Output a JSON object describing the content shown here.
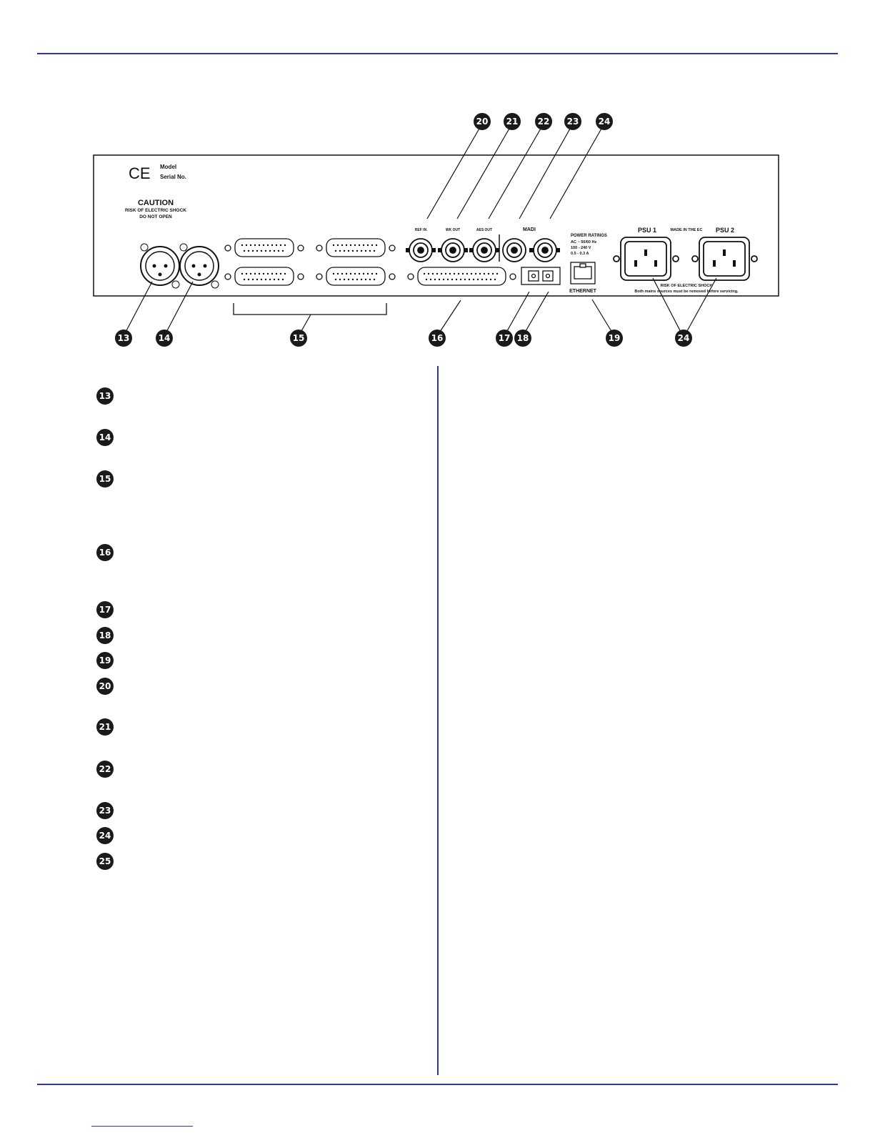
{
  "panel": {
    "ce_mark": "CE",
    "model_label": "Model",
    "serial_label": "Serial No.",
    "caution_title": "CAUTION",
    "caution_line1": "RISK OF ELECTRIC SHOCK",
    "caution_line2": "DO NOT OPEN",
    "ref_in": "REF IN",
    "wk_out": "WK OUT",
    "aes_out": "AES OUT",
    "madi": "MADI",
    "power_title": "POWER RATINGS",
    "power_line1": "AC ~ 50/60 Hz",
    "power_line2": "100 - 240 V",
    "power_line3": "0.5 - 0.3 A",
    "ethernet": "ETHERNET",
    "psu1": "PSU 1",
    "made_in": "MADE IN THE EC",
    "psu2": "PSU 2",
    "shock_line1": "RISK OF ELECTRIC SHOCK",
    "shock_line2": "Both mains sources must be removed before servicing."
  },
  "callouts": {
    "c13": "13",
    "c14": "14",
    "c15": "15",
    "c16": "16",
    "c17": "17",
    "c18": "18",
    "c19": "19",
    "c20": "20",
    "c21": "21",
    "c22": "22",
    "c23": "23",
    "c24a": "24",
    "c24b": "24"
  },
  "legend": [
    "13",
    "14",
    "15",
    "16",
    "17",
    "18",
    "19",
    "20",
    "21",
    "22",
    "23",
    "24",
    "25"
  ]
}
